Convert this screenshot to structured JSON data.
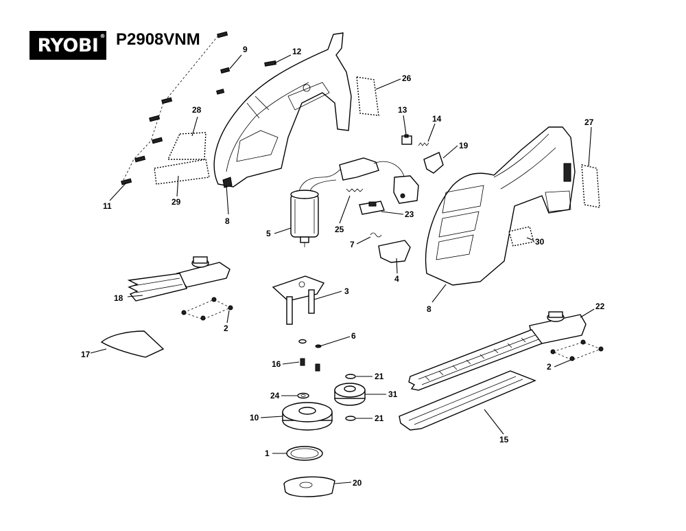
{
  "header": {
    "brand": "RYOBI",
    "model": "P2908VNM"
  },
  "icons": [
    "screw-icon",
    "motor-icon",
    "blade-icon",
    "housing-icon"
  ],
  "colors": {
    "ink": "#000000",
    "paper": "#ffffff",
    "shade": "#dddddd"
  },
  "callouts": [
    {
      "id": "9",
      "label": "9"
    },
    {
      "id": "12",
      "label": "12"
    },
    {
      "id": "26",
      "label": "26"
    },
    {
      "id": "28",
      "label": "28"
    },
    {
      "id": "11",
      "label": "11"
    },
    {
      "id": "29",
      "label": "29"
    },
    {
      "id": "8a",
      "label": "8"
    },
    {
      "id": "13",
      "label": "13"
    },
    {
      "id": "14",
      "label": "14"
    },
    {
      "id": "19",
      "label": "19"
    },
    {
      "id": "27",
      "label": "27"
    },
    {
      "id": "5",
      "label": "5"
    },
    {
      "id": "25",
      "label": "25"
    },
    {
      "id": "23",
      "label": "23"
    },
    {
      "id": "7",
      "label": "7"
    },
    {
      "id": "4",
      "label": "4"
    },
    {
      "id": "30",
      "label": "30"
    },
    {
      "id": "8b",
      "label": "8"
    },
    {
      "id": "18",
      "label": "18"
    },
    {
      "id": "3",
      "label": "3"
    },
    {
      "id": "2a",
      "label": "2"
    },
    {
      "id": "22",
      "label": "22"
    },
    {
      "id": "6",
      "label": "6"
    },
    {
      "id": "17",
      "label": "17"
    },
    {
      "id": "16",
      "label": "16"
    },
    {
      "id": "2b",
      "label": "2"
    },
    {
      "id": "21a",
      "label": "21"
    },
    {
      "id": "24",
      "label": "24"
    },
    {
      "id": "31",
      "label": "31"
    },
    {
      "id": "10",
      "label": "10"
    },
    {
      "id": "21b",
      "label": "21"
    },
    {
      "id": "15",
      "label": "15"
    },
    {
      "id": "1",
      "label": "1"
    },
    {
      "id": "20",
      "label": "20"
    }
  ]
}
